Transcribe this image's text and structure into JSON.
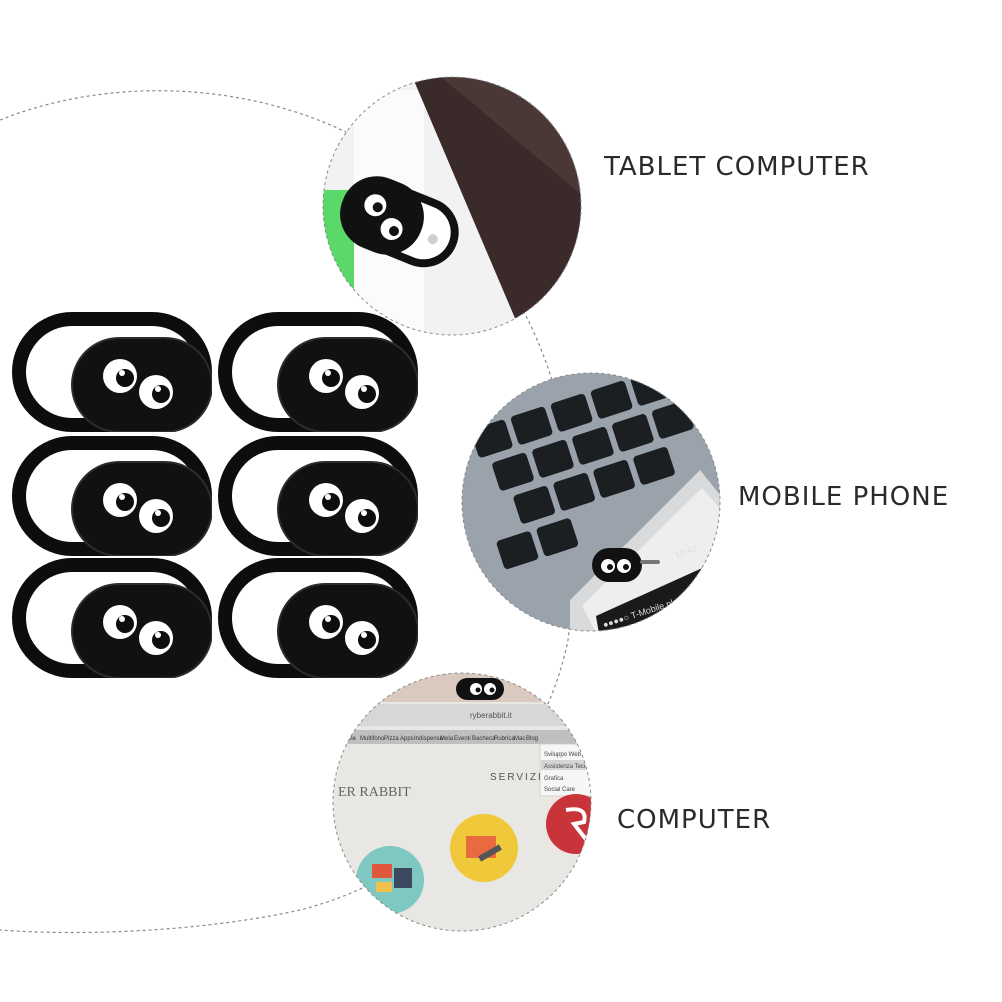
{
  "labels": {
    "tablet": "TABLET COMPUTER",
    "phone": "MOBILE PHONE",
    "computer": "COMPUTER"
  },
  "phone_screen": {
    "time": "10:43",
    "carrier": "●●●●○ T-Mobile.pl"
  },
  "website": {
    "url": "ryberabbit.it",
    "brand": "ER RABBIT",
    "section": "SERVIZI",
    "menu": [
      "Sviluppo Web",
      "Assistenza Tecnica",
      "Grafica",
      "Social Care"
    ],
    "nav": [
      "Home",
      "Multifono",
      "Pizza",
      "Apps",
      "Indispensa",
      "Mela",
      "Eventi",
      "Bacheca",
      "Rubrica",
      "Mac",
      "Blog"
    ]
  },
  "colors": {
    "cover": "#0d0d0d",
    "label_text": "#2a2a2a",
    "dotted_line": "#8a8a8a"
  }
}
